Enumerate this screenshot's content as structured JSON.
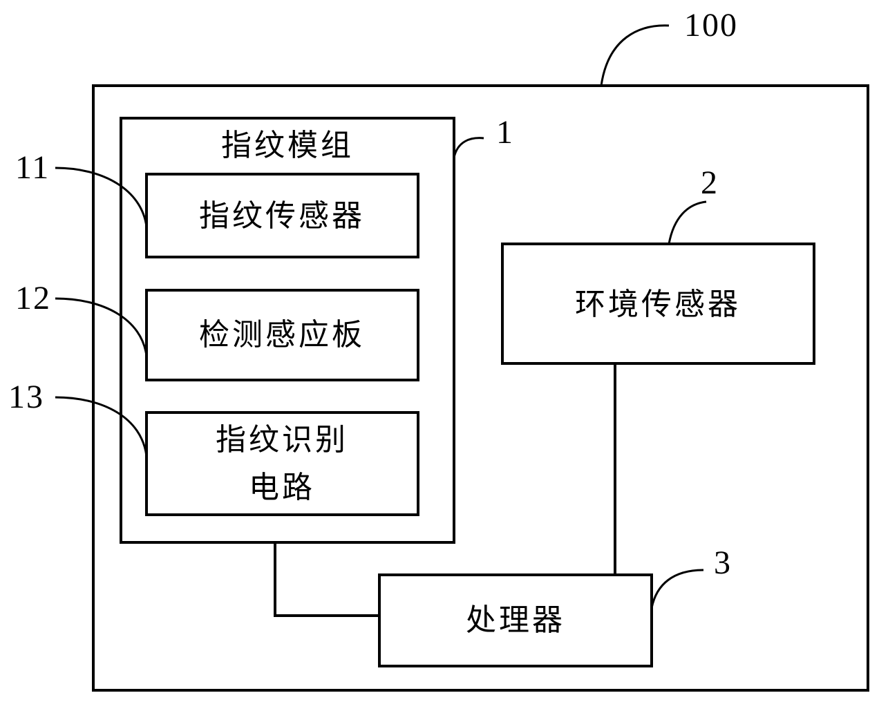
{
  "device": {
    "ref": "100"
  },
  "fingerprint_module": {
    "title": "指纹模组",
    "ref": "1",
    "sensor": {
      "label": "指纹传感器",
      "ref": "11"
    },
    "detection_board": {
      "label": "检测感应板",
      "ref": "12"
    },
    "recognition_circuit": {
      "label_line1": "指纹识别",
      "label_line2": "电路",
      "ref": "13"
    }
  },
  "environment_sensor": {
    "label": "环境传感器",
    "ref": "2"
  },
  "processor": {
    "label": "处理器",
    "ref": "3"
  }
}
